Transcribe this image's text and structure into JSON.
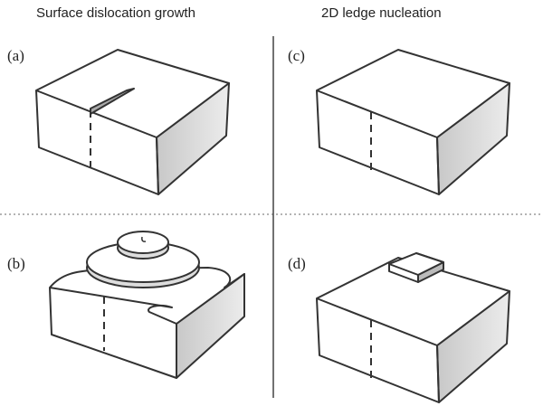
{
  "titles": {
    "left": "Surface dislocation growth",
    "right": "2D ledge nucleation"
  },
  "panels": {
    "a": "(a)",
    "b": "(b)",
    "c": "(c)",
    "d": "(d)"
  },
  "colors": {
    "stroke": "#333333",
    "shade": "#cfcfcf",
    "divider": "#888888"
  }
}
